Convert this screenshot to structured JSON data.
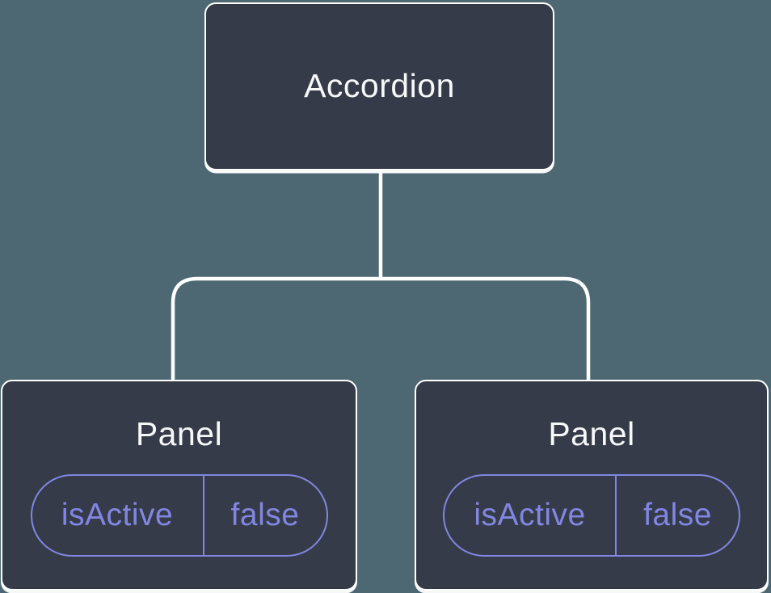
{
  "diagram": {
    "type": "component-state-tree",
    "colors": {
      "background": "#4d6873",
      "node_fill": "#353b48",
      "node_border": "#ffffff",
      "connector": "#ffffff",
      "state_accent": "#8286e2",
      "title_text": "#f6f8fa"
    },
    "root": {
      "label": "Accordion"
    },
    "children": [
      {
        "label": "Panel",
        "state": {
          "key": "isActive",
          "value": "false"
        }
      },
      {
        "label": "Panel",
        "state": {
          "key": "isActive",
          "value": "false"
        }
      }
    ]
  }
}
